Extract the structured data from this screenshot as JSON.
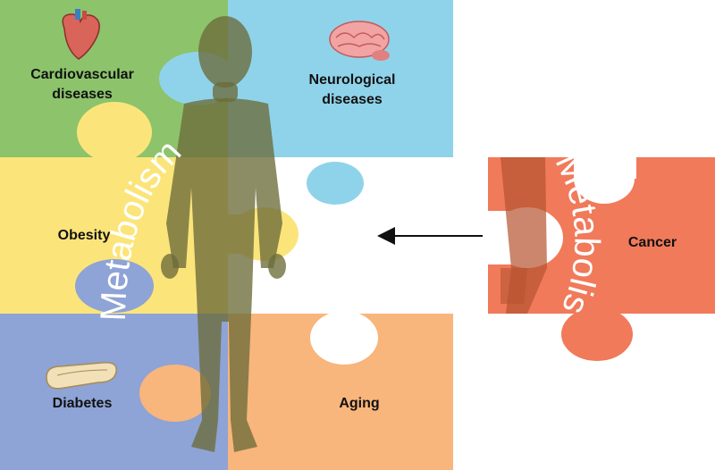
{
  "diagram": {
    "center_word": "Metabolism",
    "pieces": [
      {
        "id": "cardio",
        "line1": "Cardiovascular",
        "line2": "diseases",
        "color": "#8cc36b"
      },
      {
        "id": "neuro",
        "line1": "Neurological",
        "line2": "diseases",
        "color": "#8fd3ea"
      },
      {
        "id": "obesity",
        "line1": "Obesity",
        "line2": "",
        "color": "#fbe57a"
      },
      {
        "id": "diabetes",
        "line1": "Diabetes",
        "line2": "",
        "color": "#8ea3d6"
      },
      {
        "id": "aging",
        "line1": "Aging",
        "line2": "",
        "color": "#f8b57c"
      },
      {
        "id": "cancer",
        "line1": "Cancer",
        "line2": "",
        "color": "#f07a5a"
      }
    ],
    "colors": {
      "body_silhouette": "#6b6b3a",
      "arrow": "#111111",
      "empty_slot": "#ffffff"
    },
    "icons": [
      "heart-icon",
      "brain-icon",
      "pancreas-icon",
      "human-silhouette"
    ]
  }
}
